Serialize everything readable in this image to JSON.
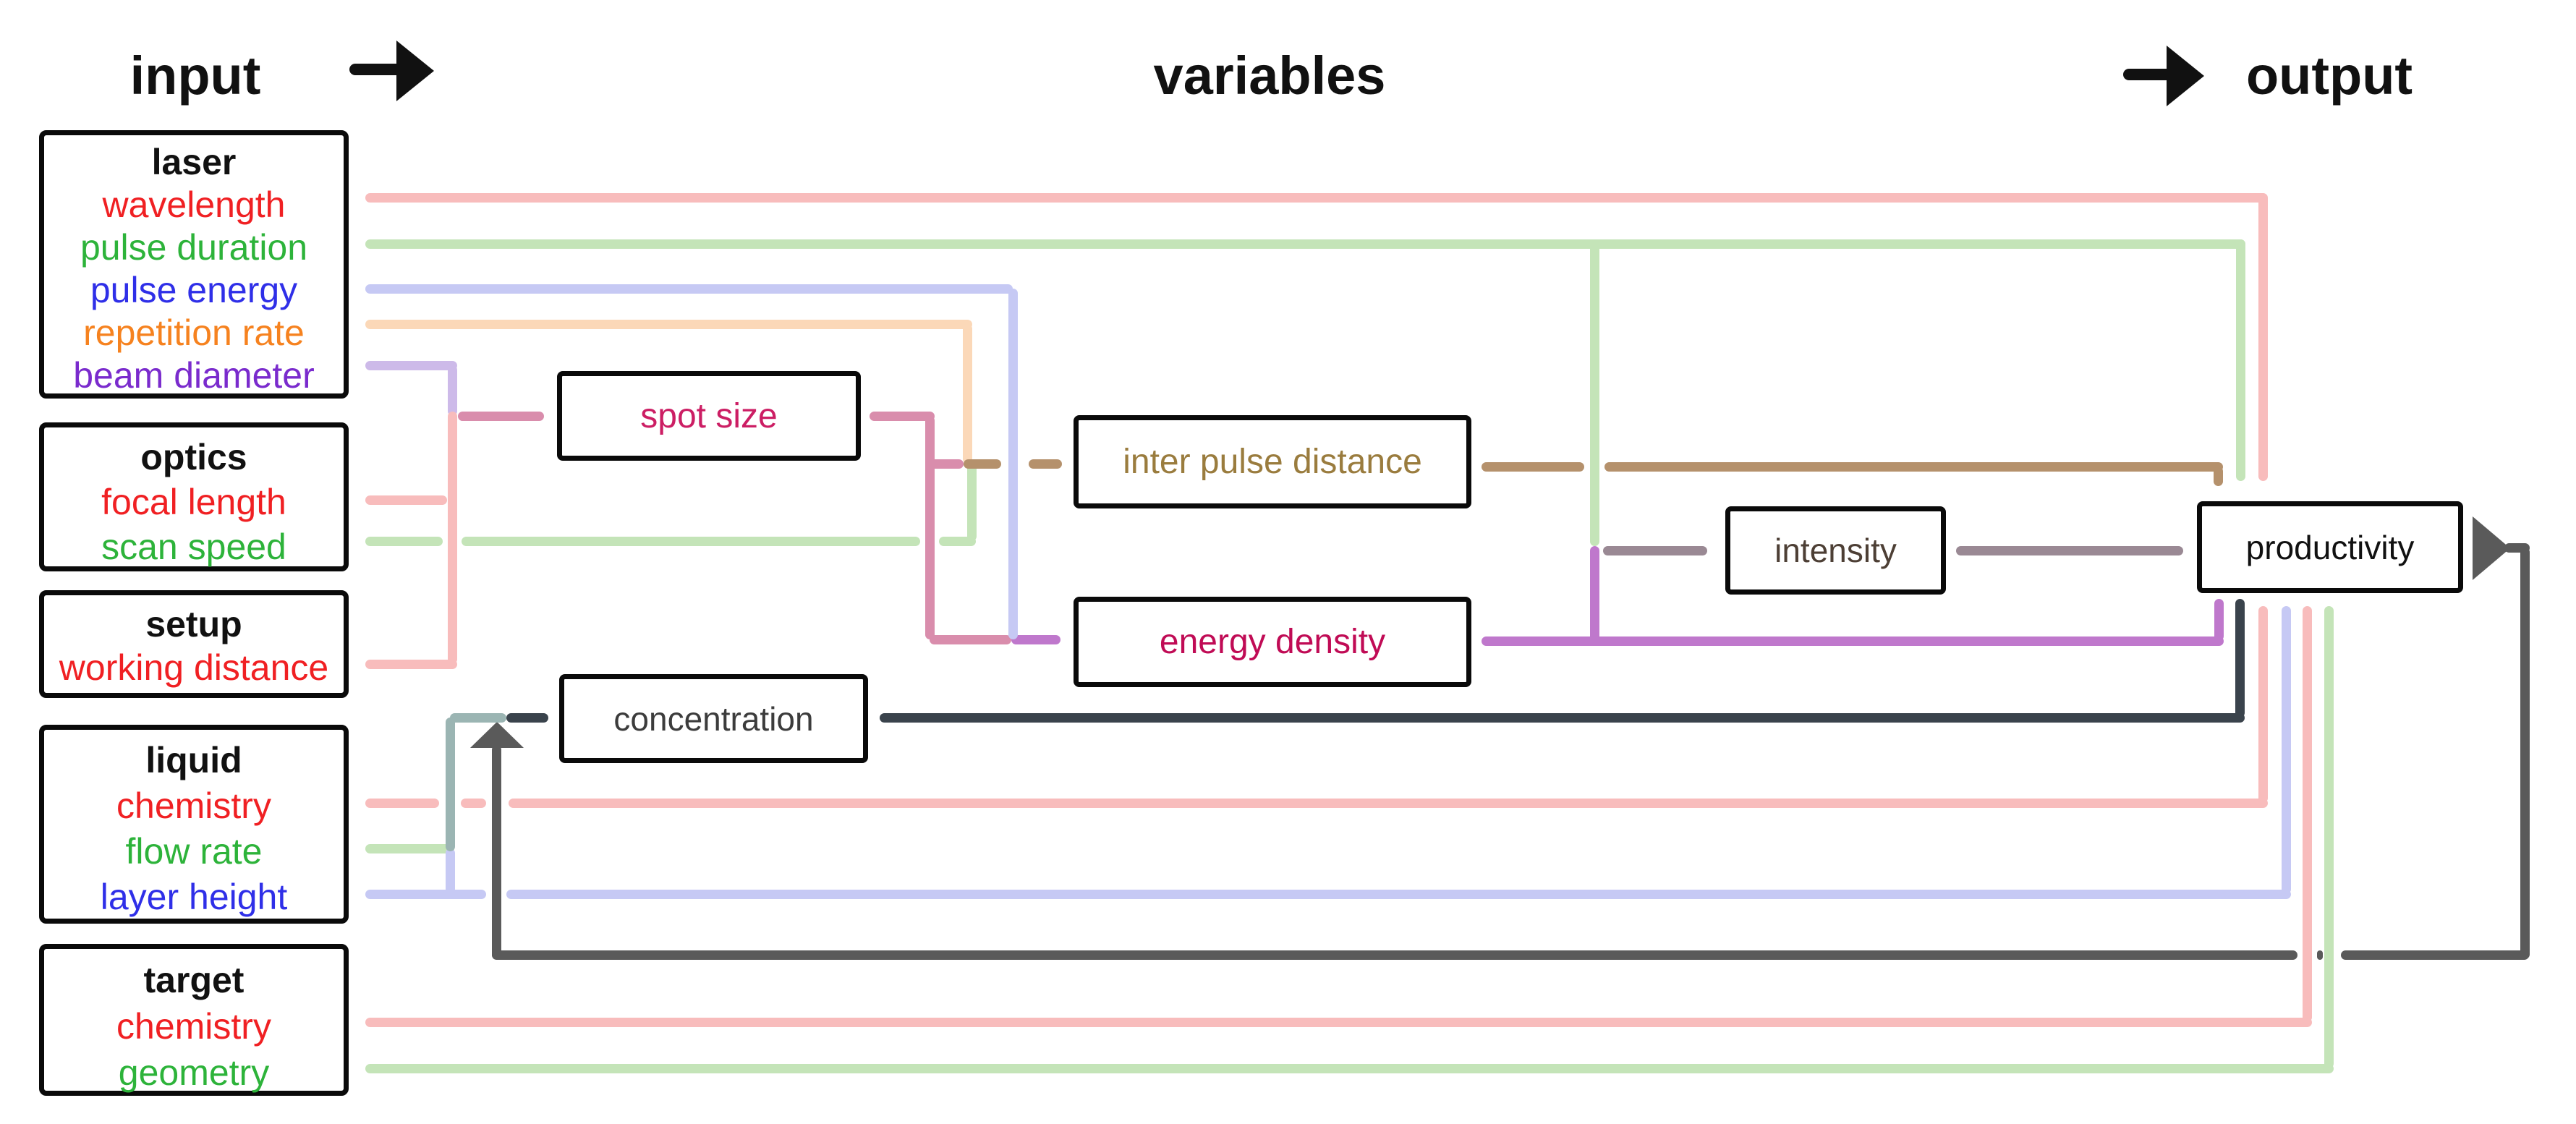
{
  "header": {
    "input_label": "input",
    "variables_label": "variables",
    "output_label": "output"
  },
  "palette": {
    "salmon": "#f8bcbc",
    "green": "#c4e4b8",
    "peri": "#c6c9f4",
    "peach": "#fbd8b8",
    "lilac": "#cdbae9",
    "rose": "#d98dac",
    "brown": "#b5916c",
    "orchid": "#bf78cc",
    "mauve": "#9a8994",
    "teal": "#9bb5b3",
    "charcoal": "#3a434c",
    "gray": "#5a5a5a",
    "black": "#111111"
  },
  "text_colors": {
    "red": "#f02023",
    "green": "#2db33a",
    "blue": "#2f2fe8",
    "orange": "#f6821f",
    "violet": "#7a2bcd",
    "black": "#111111"
  },
  "input_groups": {
    "laser": {
      "title": "laser",
      "items": [
        {
          "label": "wavelength",
          "color": "red"
        },
        {
          "label": "pulse duration",
          "color": "green"
        },
        {
          "label": "pulse energy",
          "color": "blue"
        },
        {
          "label": "repetition rate",
          "color": "orange"
        },
        {
          "label": "beam diameter",
          "color": "violet"
        }
      ]
    },
    "optics": {
      "title": "optics",
      "items": [
        {
          "label": "focal length",
          "color": "red"
        },
        {
          "label": "scan speed",
          "color": "green"
        }
      ]
    },
    "setup": {
      "title": "setup",
      "items": [
        {
          "label": "working distance",
          "color": "red"
        }
      ]
    },
    "liquid": {
      "title": "liquid",
      "items": [
        {
          "label": "chemistry",
          "color": "red"
        },
        {
          "label": "flow rate",
          "color": "green"
        },
        {
          "label": "layer height",
          "color": "blue"
        }
      ]
    },
    "target": {
      "title": "target",
      "items": [
        {
          "label": "chemistry",
          "color": "red"
        },
        {
          "label": "geometry",
          "color": "green"
        }
      ]
    }
  },
  "variables": {
    "spot_size": {
      "label": "spot size",
      "color": "#cc1e64"
    },
    "inter_pulse_distance": {
      "label": "inter pulse distance",
      "color": "#9a7c3e"
    },
    "energy_density": {
      "label": "energy density",
      "color": "#c00b55"
    },
    "intensity": {
      "label": "intensity",
      "color": "#4d3f35"
    },
    "concentration": {
      "label": "concentration",
      "color": "#3c3c3c"
    }
  },
  "output_node": {
    "productivity": {
      "label": "productivity",
      "color": "#111111"
    }
  },
  "diagram": {
    "line_thickness": 13,
    "lines": [
      {
        "name": "wavelength-line",
        "color": "salmon",
        "segs": [
          [
            "h",
            505,
            273,
            2629
          ],
          [
            "v",
            3128,
            267,
            398
          ]
        ]
      },
      {
        "name": "pulse-duration-line",
        "color": "green",
        "segs": [
          [
            "h",
            505,
            337,
            2599
          ],
          [
            "v",
            3097,
            331,
            334
          ],
          [
            "v",
            2204,
            337,
            418
          ]
        ]
      },
      {
        "name": "repetition-rate-line",
        "color": "peach",
        "segs": [
          [
            "h",
            505,
            448,
            839
          ],
          [
            "v",
            1337,
            448,
            193
          ]
        ]
      },
      {
        "name": "beam-diameter-line",
        "color": "lilac",
        "segs": [
          [
            "h",
            505,
            505,
            127
          ],
          [
            "v",
            625,
            505,
            70
          ]
        ]
      },
      {
        "name": "focal-length-line",
        "color": "salmon",
        "segs": [
          [
            "h",
            505,
            691,
            113
          ]
        ]
      },
      {
        "name": "scan-speed-line",
        "color": "green",
        "segs": [
          [
            "h",
            505,
            748,
            107
          ],
          [
            "h",
            638,
            748,
            634
          ],
          [
            "h",
            1298,
            748,
            51
          ],
          [
            "v",
            1343,
            639,
            109
          ]
        ]
      },
      {
        "name": "working-distance-line",
        "color": "salmon",
        "segs": [
          [
            "h",
            505,
            918,
            127
          ]
        ]
      },
      {
        "name": "spot-size-collector-line",
        "color": "salmon",
        "segs": [
          [
            "v",
            625,
            569,
            349
          ]
        ]
      },
      {
        "name": "spot-size-in-connector",
        "color": "rose",
        "segs": [
          [
            "h",
            633,
            575,
            119
          ]
        ]
      },
      {
        "name": "spot-size-out-line",
        "color": "rose",
        "segs": [
          [
            "h",
            1202,
            575,
            90
          ],
          [
            "v",
            1285,
            575,
            309
          ],
          [
            "h",
            1285,
            884,
            113
          ],
          [
            "h",
            1285,
            641,
            47
          ]
        ]
      },
      {
        "name": "energy-density-in-connector",
        "color": "orchid",
        "segs": [
          [
            "h",
            1398,
            884,
            68
          ]
        ]
      },
      {
        "name": "pulse-energy-line",
        "color": "peri",
        "segs": [
          [
            "h",
            505,
            399,
            895
          ],
          [
            "v",
            1400,
            399,
            485
          ]
        ]
      },
      {
        "name": "inter-pulse-distance-in-connector",
        "color": "brown",
        "segs": [
          [
            "h",
            1332,
            641,
            52
          ],
          [
            "h",
            1422,
            641,
            46
          ]
        ]
      },
      {
        "name": "inter-pulse-distance-out-line",
        "color": "brown",
        "segs": [
          [
            "h",
            2048,
            645,
            142
          ],
          [
            "h",
            2218,
            645,
            855
          ],
          [
            "v",
            3066,
            645,
            27
          ]
        ]
      },
      {
        "name": "energy-density-out-line",
        "color": "orchid",
        "segs": [
          [
            "h",
            2048,
            886,
            1026
          ],
          [
            "v",
            3067,
            828,
            58
          ],
          [
            "v",
            2204,
            755,
            131
          ]
        ]
      },
      {
        "name": "intensity-in-connector",
        "color": "mauve",
        "segs": [
          [
            "h",
            2216,
            761,
            144
          ]
        ]
      },
      {
        "name": "intensity-out-line",
        "color": "mauve",
        "segs": [
          [
            "h",
            2704,
            761,
            314
          ]
        ]
      },
      {
        "name": "liquid-chemistry-line",
        "color": "salmon",
        "segs": [
          [
            "h",
            505,
            1110,
            102
          ],
          [
            "h",
            637,
            1110,
            35
          ],
          [
            "h",
            703,
            1110,
            2432
          ],
          [
            "v",
            3128,
            838,
            272
          ]
        ]
      },
      {
        "name": "flow-rate-line",
        "color": "green",
        "segs": [
          [
            "h",
            505,
            1173,
            123
          ]
        ]
      },
      {
        "name": "layer-height-branch",
        "color": "peri",
        "segs": [
          [
            "v",
            622,
            1173,
            63
          ]
        ]
      },
      {
        "name": "flow-teal-collector-line",
        "color": "teal",
        "segs": [
          [
            "v",
            622,
            992,
            185
          ],
          [
            "h",
            622,
            992,
            78
          ]
        ]
      },
      {
        "name": "concentration-in-connector",
        "color": "charcoal",
        "segs": [
          [
            "h",
            700,
            992,
            58
          ]
        ]
      },
      {
        "name": "concentration-out-line",
        "color": "charcoal",
        "segs": [
          [
            "h",
            1216,
            992,
            1887
          ],
          [
            "v",
            3096,
            828,
            164
          ]
        ]
      },
      {
        "name": "layer-height-line",
        "color": "peri",
        "segs": [
          [
            "h",
            505,
            1236,
            167
          ],
          [
            "h",
            700,
            1236,
            2467
          ],
          [
            "v",
            3160,
            838,
            398
          ]
        ]
      },
      {
        "name": "target-chemistry-line",
        "color": "salmon",
        "segs": [
          [
            "h",
            505,
            1413,
            2691
          ],
          [
            "v",
            3189,
            838,
            575
          ]
        ]
      },
      {
        "name": "target-geometry-line",
        "color": "green",
        "segs": [
          [
            "h",
            505,
            1477,
            2721
          ],
          [
            "v",
            3219,
            838,
            639
          ]
        ]
      },
      {
        "name": "feedback-loop-line",
        "color": "gray",
        "segs": [
          [
            "h",
            3462,
            757,
            35
          ],
          [
            "v",
            3490,
            757,
            569
          ],
          [
            "h",
            680,
            1320,
            2496
          ],
          [
            "h",
            3203,
            1320,
            8
          ],
          [
            "h",
            3236,
            1320,
            260
          ],
          [
            "v",
            686,
            1030,
            296
          ]
        ]
      }
    ]
  }
}
